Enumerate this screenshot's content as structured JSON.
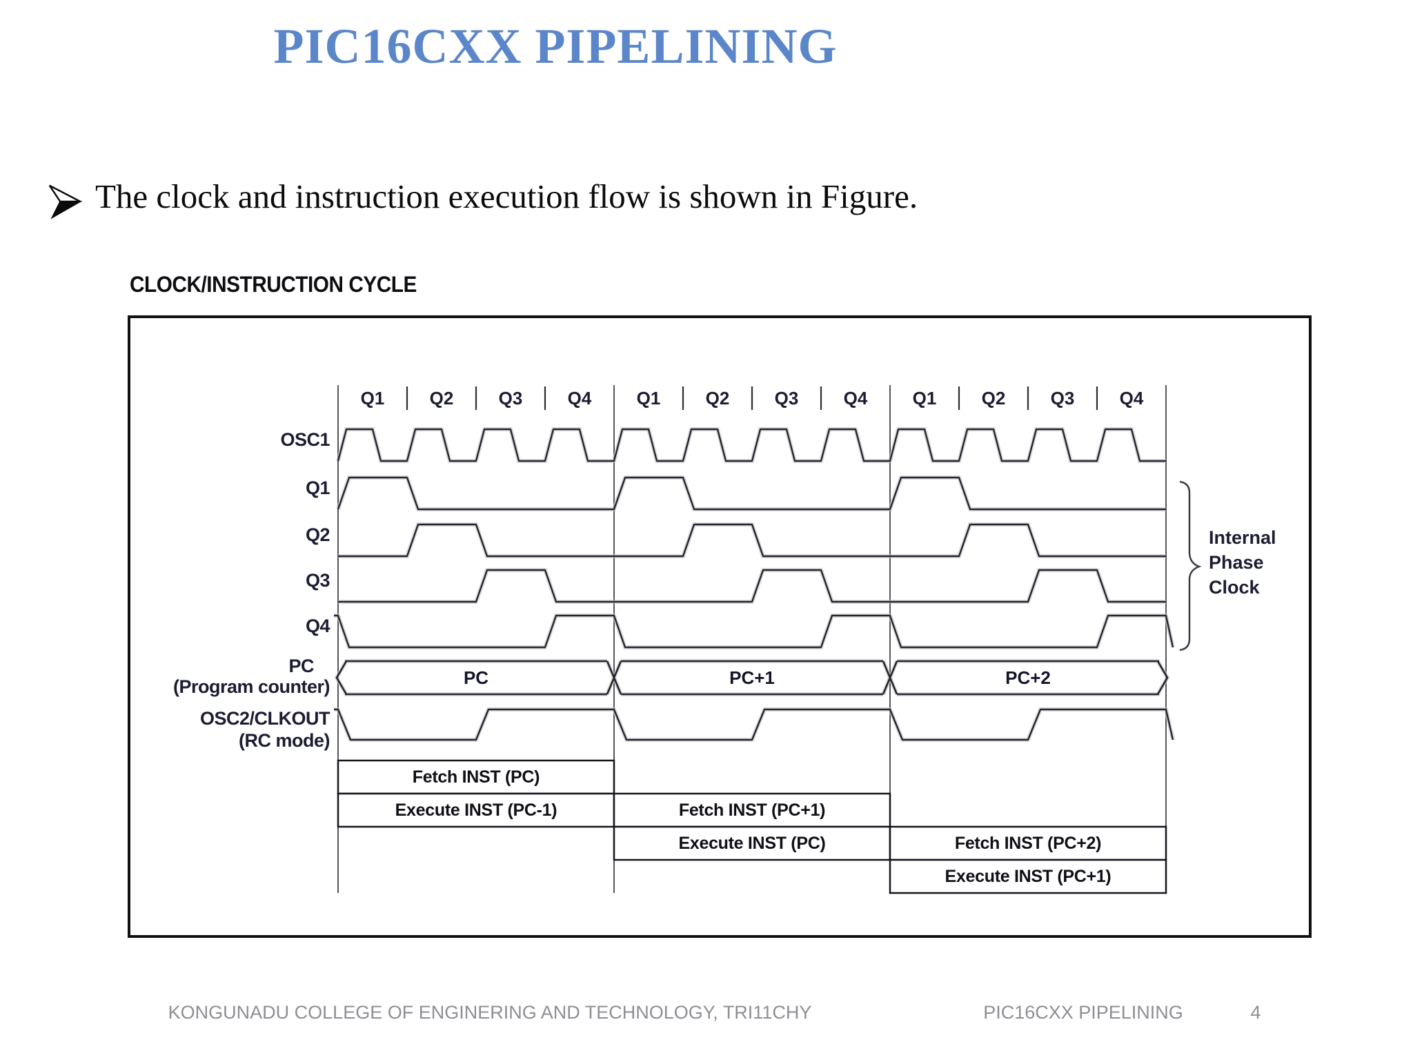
{
  "slide": {
    "title": "PIC16CXX PIPELINING",
    "bullet_text": "The clock and instruction execution flow is shown in Figure."
  },
  "figure": {
    "heading": "CLOCK/INSTRUCTION CYCLE",
    "cycles": 3,
    "q_labels": [
      "Q1",
      "Q2",
      "Q3",
      "Q4"
    ],
    "signal_labels": {
      "osc1": "OSC1",
      "q1": "Q1",
      "q2": "Q2",
      "q3": "Q3",
      "q4": "Q4",
      "pc": "PC",
      "pc_sub": "(Program counter)",
      "osc2": "OSC2/CLKOUT",
      "osc2_sub": "(RC mode)"
    },
    "pc_values": [
      "PC",
      "PC+1",
      "PC+2"
    ],
    "brace_label": [
      "Internal",
      "Phase",
      "Clock"
    ],
    "pipeline_cells": [
      {
        "cycle": 1,
        "row": 1,
        "label": "Fetch INST (PC)"
      },
      {
        "cycle": 1,
        "row": 2,
        "label": "Execute INST (PC-1)"
      },
      {
        "cycle": 2,
        "row": 2,
        "label": "Fetch INST (PC+1)"
      },
      {
        "cycle": 2,
        "row": 3,
        "label": "Execute INST (PC)"
      },
      {
        "cycle": 3,
        "row": 3,
        "label": "Fetch INST (PC+2)"
      },
      {
        "cycle": 3,
        "row": 4,
        "label": "Execute INST (PC+1)"
      }
    ]
  },
  "footer": {
    "left": "KONGUNADU COLLEGE OF ENGINERING AND TECHNOLOGY, TRI11CHY",
    "center": "PIC16CXX PIPELINING",
    "page": "4"
  },
  "colors": {
    "title_blue": "#5b86c9",
    "footer_gray": "#8e8e94",
    "line_dark": "#242430",
    "label_navy": "#1c1c33"
  }
}
